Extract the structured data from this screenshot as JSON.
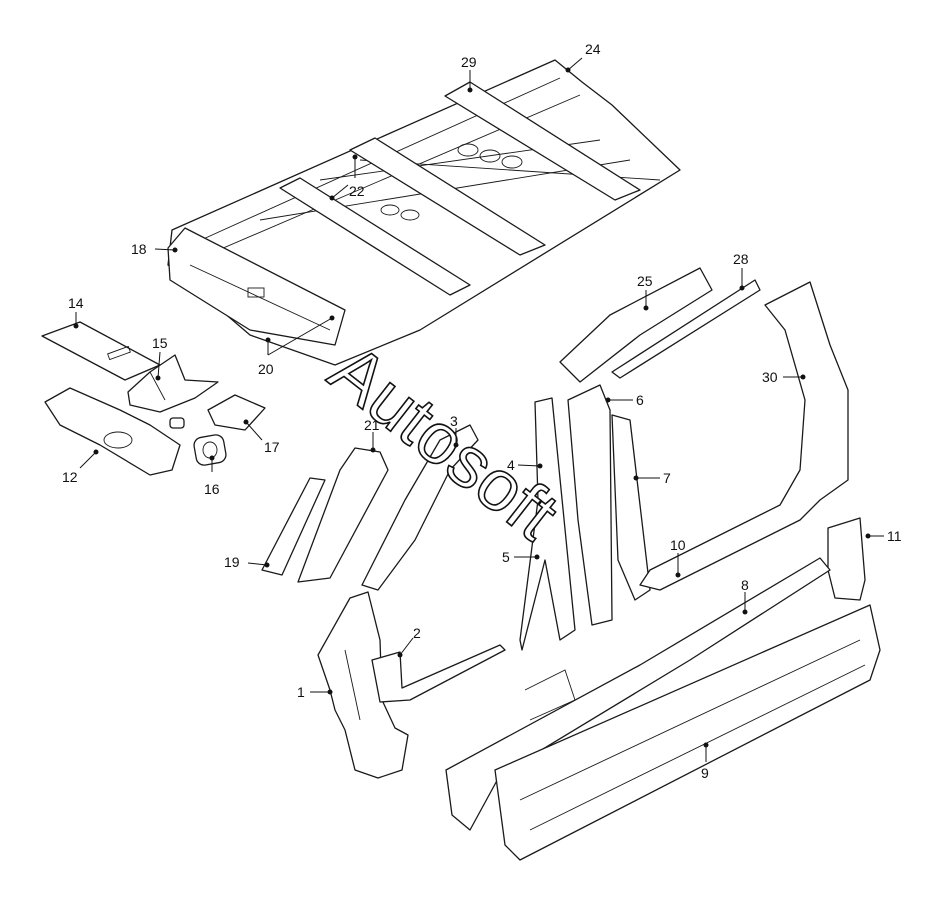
{
  "watermark": "Autosoft",
  "callouts": [
    {
      "id": "c1",
      "label": "1"
    },
    {
      "id": "c2",
      "label": "2"
    },
    {
      "id": "c3",
      "label": "3"
    },
    {
      "id": "c4",
      "label": "4"
    },
    {
      "id": "c5",
      "label": "5"
    },
    {
      "id": "c6",
      "label": "6"
    },
    {
      "id": "c7",
      "label": "7"
    },
    {
      "id": "c8",
      "label": "8"
    },
    {
      "id": "c9",
      "label": "9"
    },
    {
      "id": "c10",
      "label": "10"
    },
    {
      "id": "c11",
      "label": "11"
    },
    {
      "id": "c12",
      "label": "12"
    },
    {
      "id": "c14",
      "label": "14"
    },
    {
      "id": "c15",
      "label": "15"
    },
    {
      "id": "c16",
      "label": "16"
    },
    {
      "id": "c17",
      "label": "17"
    },
    {
      "id": "c18",
      "label": "18"
    },
    {
      "id": "c19",
      "label": "19"
    },
    {
      "id": "c20",
      "label": "20"
    },
    {
      "id": "c21",
      "label": "21"
    },
    {
      "id": "c22",
      "label": "22"
    },
    {
      "id": "c24",
      "label": "24"
    },
    {
      "id": "c25",
      "label": "25"
    },
    {
      "id": "c28",
      "label": "28"
    },
    {
      "id": "c29",
      "label": "29"
    },
    {
      "id": "c30",
      "label": "30"
    }
  ]
}
